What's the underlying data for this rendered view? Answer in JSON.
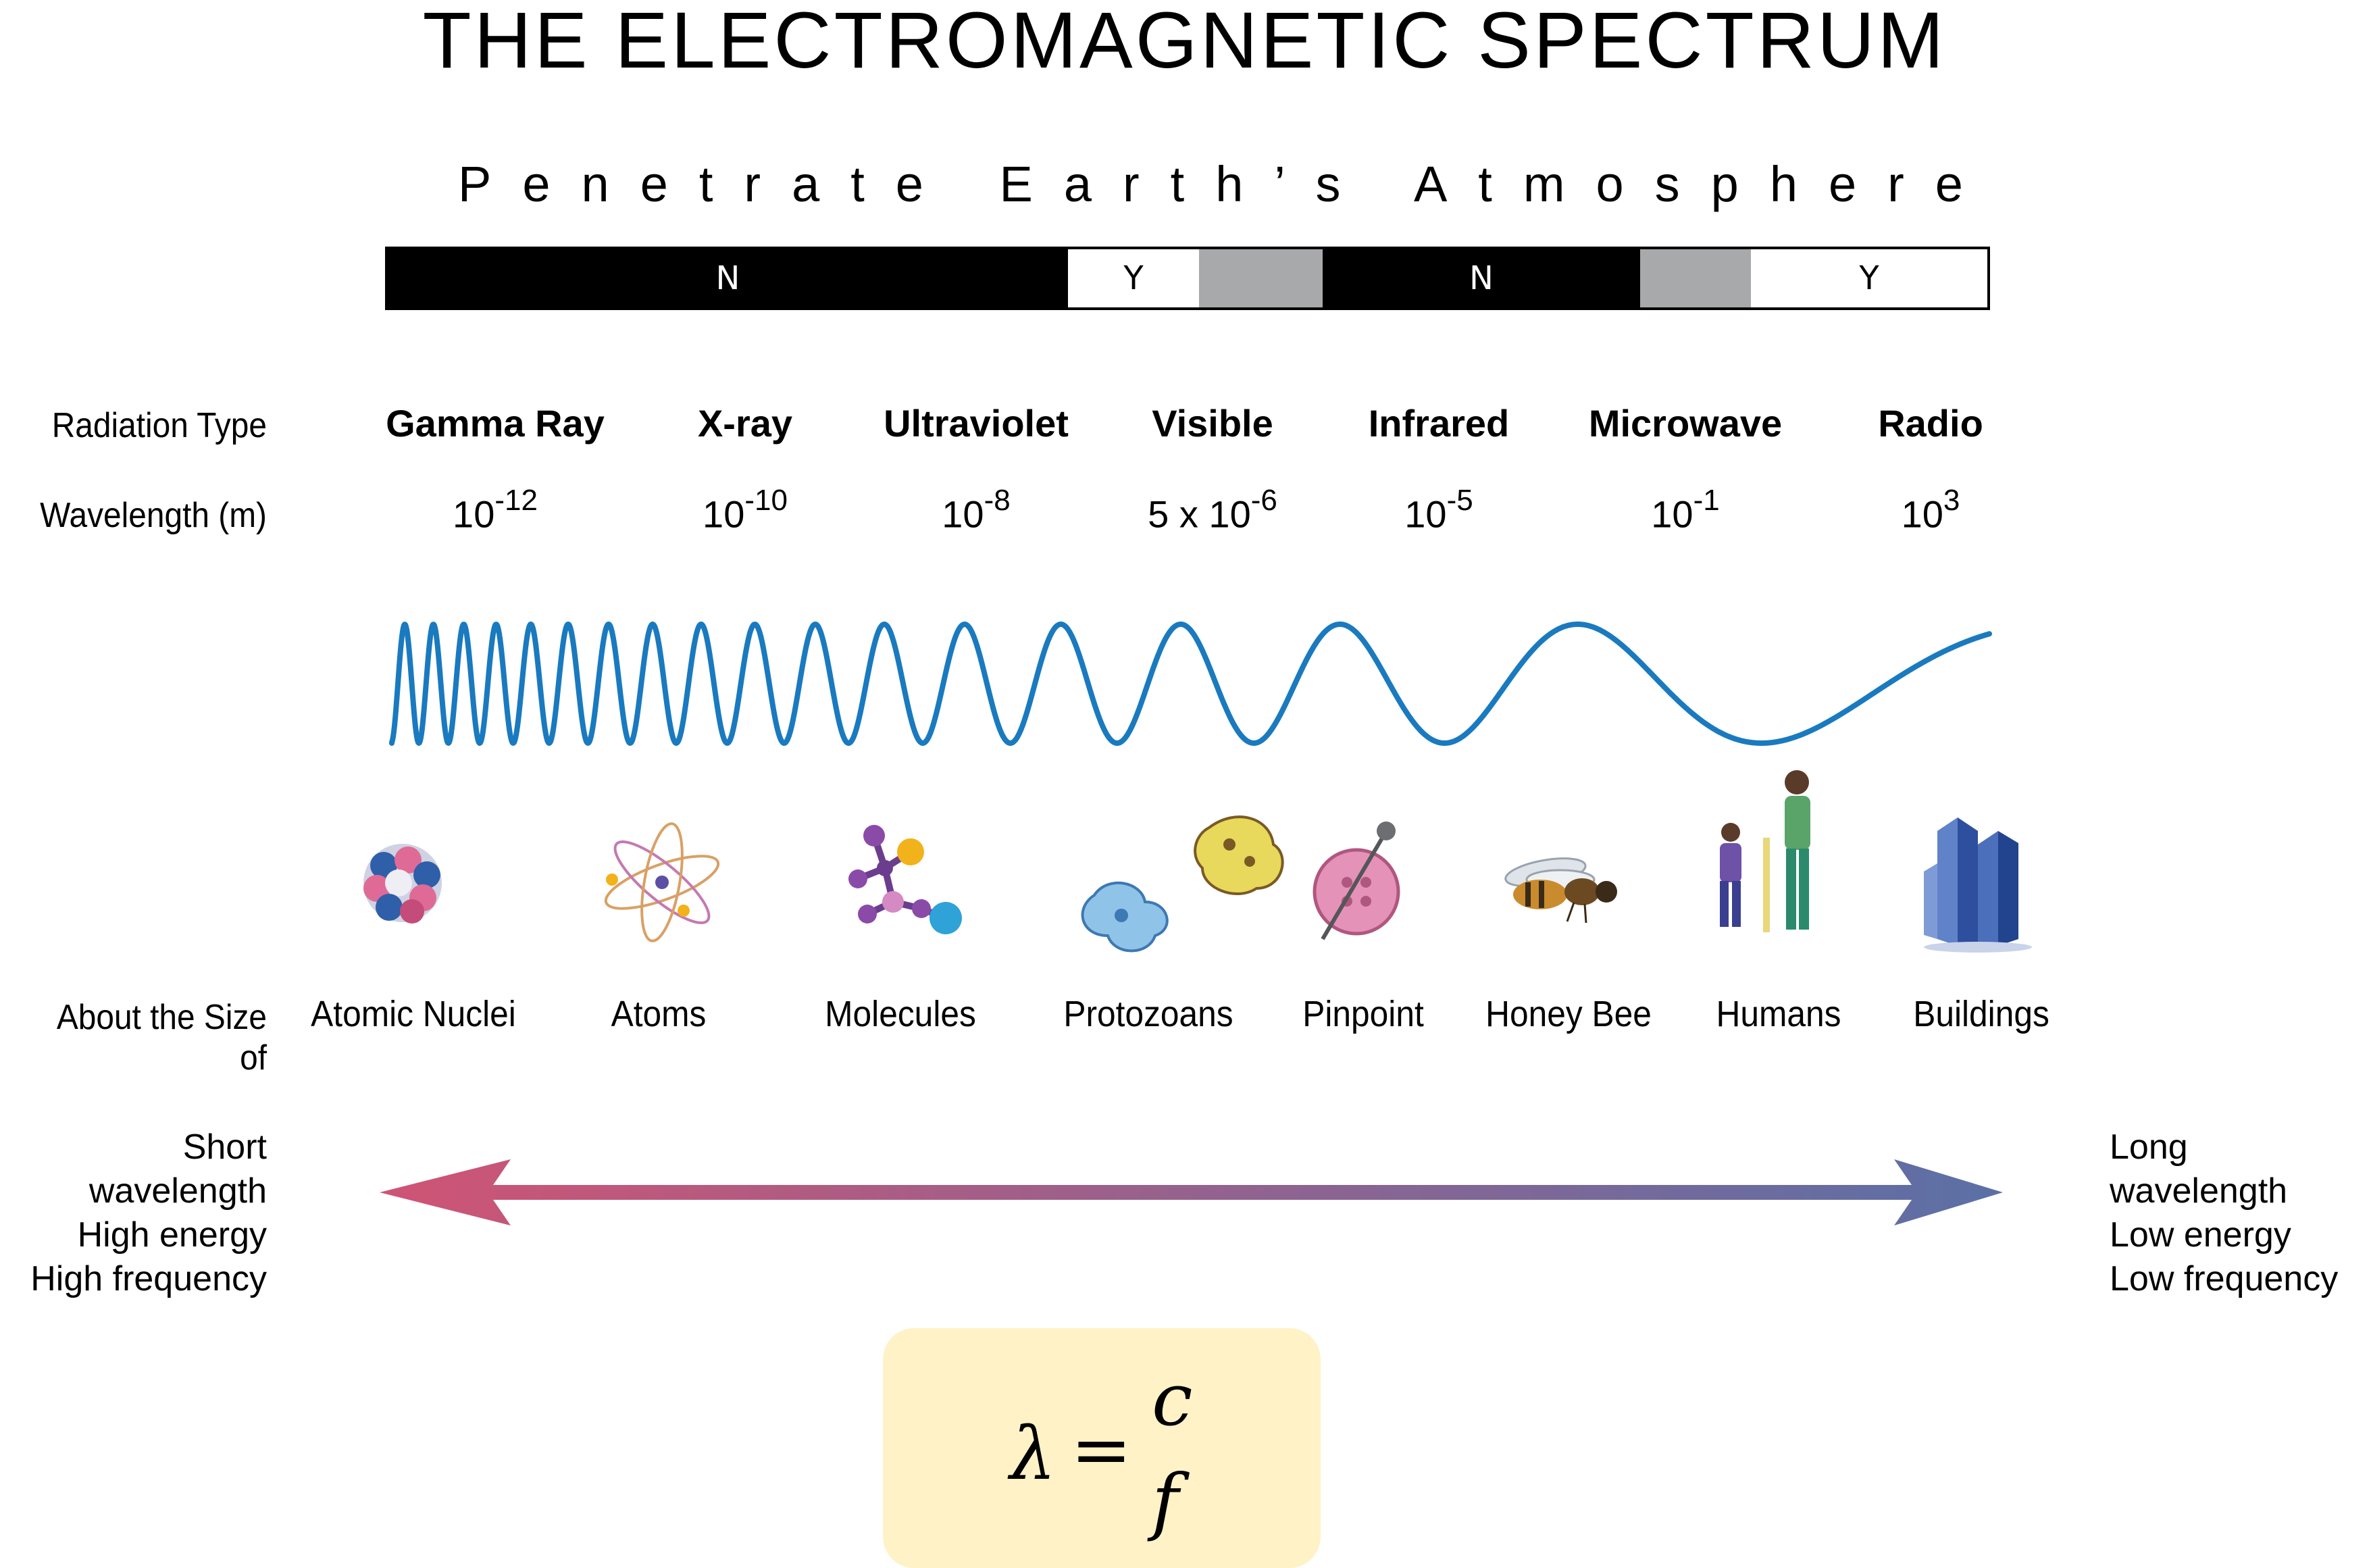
{
  "title": "THE ELECTROMAGNETIC SPECTRUM",
  "subtitle": "Penetrate Earth’s Atmosphere",
  "atmosphere_bar": [
    {
      "label": "N",
      "kind": "n"
    },
    {
      "label": "Y",
      "kind": "y"
    },
    {
      "label": "",
      "kind": "g"
    },
    {
      "label": "N",
      "kind": "n"
    },
    {
      "label": "",
      "kind": "g"
    },
    {
      "label": "Y",
      "kind": "y"
    }
  ],
  "row_labels": {
    "radiation_type": "Radiation Type",
    "wavelength": "Wavelength (m)",
    "size_of": "About the Size of"
  },
  "radiation_types": [
    "Gamma Ray",
    "X-ray",
    "Ultraviolet",
    "Visible",
    "Infrared",
    "Microwave",
    "Radio"
  ],
  "wavelengths": [
    {
      "base": "10",
      "exp": "-12"
    },
    {
      "base": "10",
      "exp": "-10"
    },
    {
      "base": "10",
      "exp": "-8"
    },
    {
      "base": "5 x 10",
      "exp": "-6"
    },
    {
      "base": "10",
      "exp": "-5"
    },
    {
      "base": "10",
      "exp": "-1"
    },
    {
      "base": "10",
      "exp": "3"
    }
  ],
  "sizes": [
    "Atomic Nuclei",
    "Atoms",
    "Molecules",
    "Protozoans",
    "Pinpoint",
    "Honey Bee",
    "Humans",
    "Buildings"
  ],
  "left_side": [
    "Short wavelength",
    "High energy",
    "High frequency"
  ],
  "right_side": [
    "Long wavelength",
    "Low energy",
    "Low frequency"
  ],
  "formula": {
    "lhs": "λ",
    "eq": "=",
    "numerator": "c",
    "denominator": "f"
  },
  "colors": {
    "wave": "#1a7abf",
    "arrow_left": "#cf5475",
    "arrow_right": "#5b70a6",
    "formula_bg": "#fff2c7",
    "bar_gray": "#a7a9ab"
  },
  "icons": [
    "atomic-nucleus-icon",
    "atom-icon",
    "molecule-icon",
    "protozoan-icon",
    "pinpoint-icon",
    "honey-bee-icon",
    "humans-icon",
    "buildings-icon"
  ]
}
